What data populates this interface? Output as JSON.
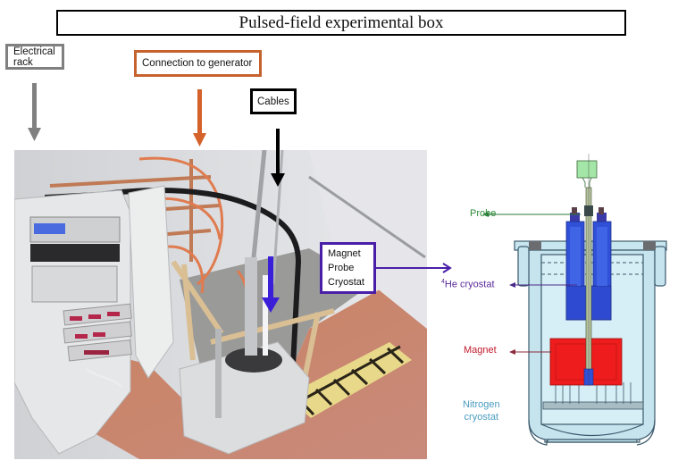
{
  "title": "Pulsed-field experimental box",
  "photo_labels": {
    "electrical_rack": "Electrical rack",
    "connection_to_generator": "Connection to generator",
    "cables": "Cables",
    "magnet_probe_cryostat": [
      "Magnet",
      "Probe",
      "Cryostat"
    ]
  },
  "diagram_labels": {
    "probe": "Probe",
    "he_cryostat_sup": "4",
    "he_cryostat": "He cryostat",
    "magnet": "Magnet",
    "nitrogen_cryostat": [
      "Nitrogen",
      "cryostat"
    ]
  },
  "colors": {
    "electrical_rack": "#808080",
    "generator": "#c5622e",
    "cables": "#000000",
    "magnet_probe_cryostat": "#4a1fa8",
    "probe_label": "#2e8b3a",
    "he_cryostat_label": "#5a2a9a",
    "magnet_label": "#c0182a",
    "nitrogen_label": "#4a9cc0"
  }
}
